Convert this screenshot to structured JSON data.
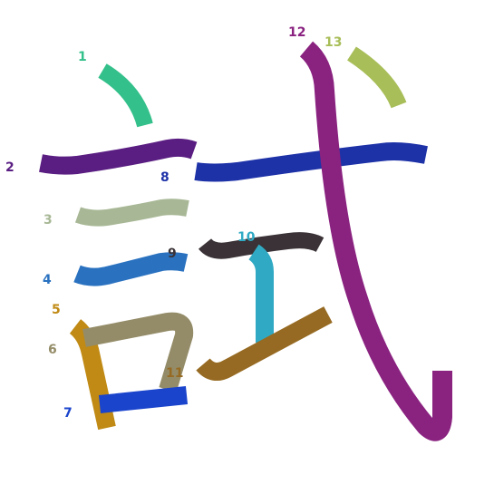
{
  "strokes": [
    {
      "number": "1",
      "color": "#33c08a"
    },
    {
      "number": "2",
      "color": "#5a1e82"
    },
    {
      "number": "3",
      "color": "#a8b896"
    },
    {
      "number": "4",
      "color": "#2a72c0"
    },
    {
      "number": "5",
      "color": "#c08a14"
    },
    {
      "number": "6",
      "color": "#948c68"
    },
    {
      "number": "7",
      "color": "#1a44cc"
    },
    {
      "number": "8",
      "color": "#1e32a8"
    },
    {
      "number": "9",
      "color": "#3a3236"
    },
    {
      "number": "10",
      "color": "#30aac4"
    },
    {
      "number": "11",
      "color": "#966a22"
    },
    {
      "number": "12",
      "color": "#8a2280"
    },
    {
      "number": "13",
      "color": "#a8be58"
    }
  ]
}
